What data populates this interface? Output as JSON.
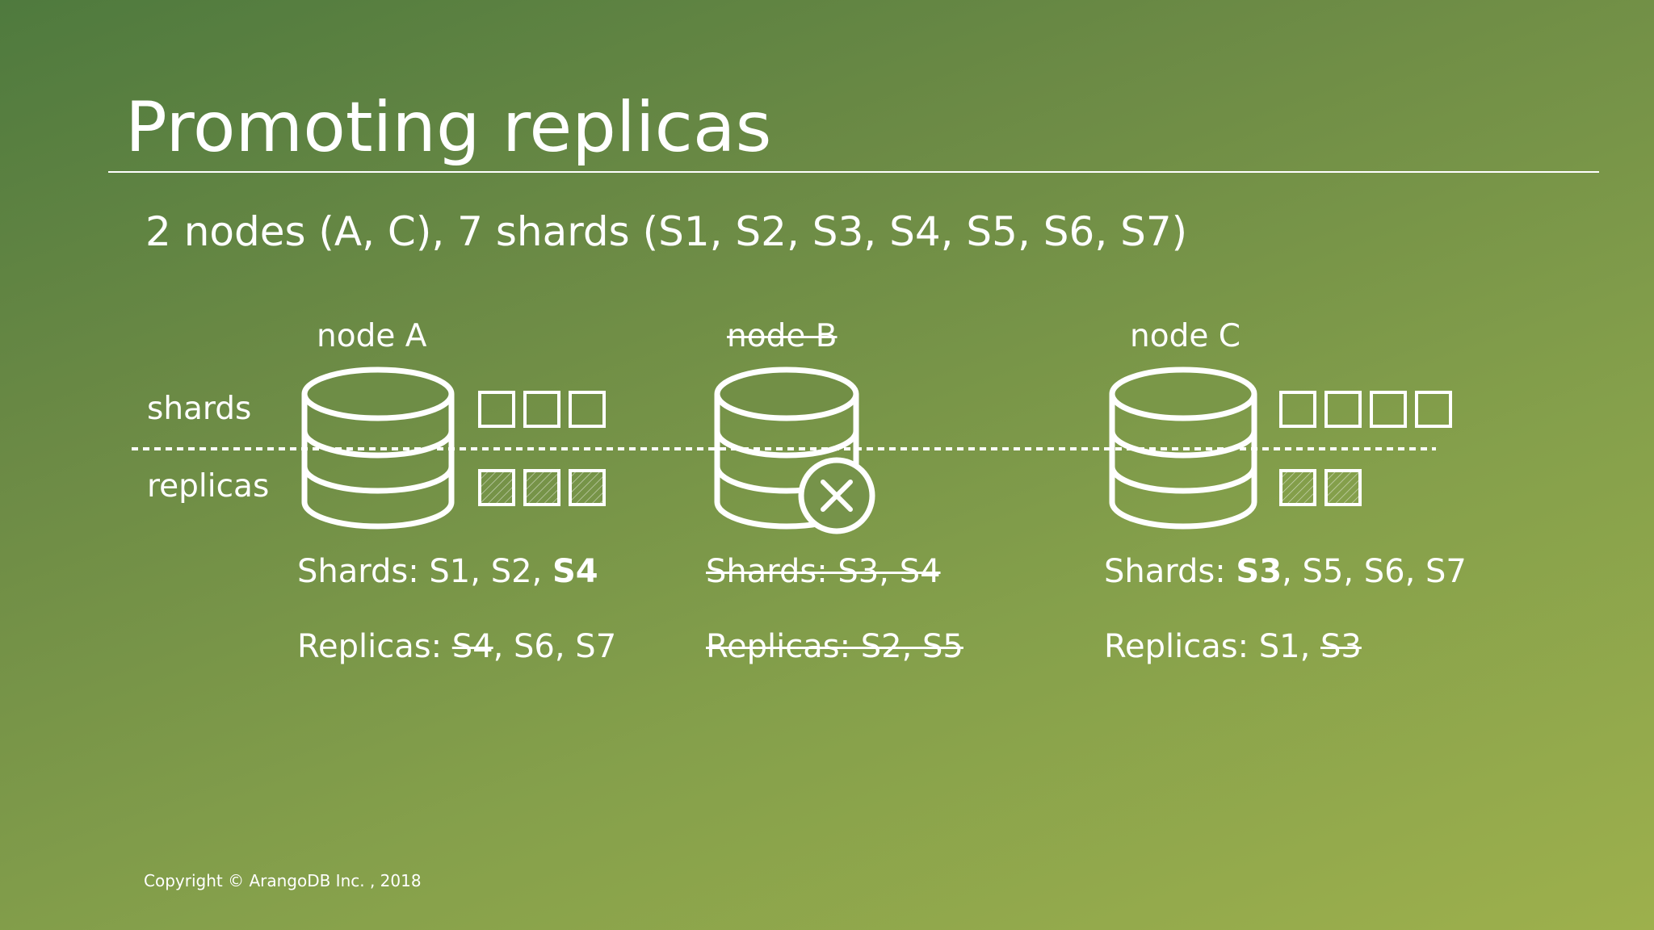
{
  "title": "Promoting replicas",
  "subtitle": "2 nodes (A, C), 7 shards (S1, S2, S3, S4, S5, S6, S7)",
  "row_labels": {
    "shards": "shards",
    "replicas": "replicas"
  },
  "nodes": {
    "a": {
      "label": "node A",
      "shards_prefix": "Shards: S1, S2, ",
      "shards_bold": "S4",
      "replicas_prefix": "Replicas: ",
      "replicas_struck": "S4",
      "replicas_rest": ", S6, S7",
      "shard_count": 3,
      "replica_count": 3
    },
    "b": {
      "label": "node B",
      "shards_text": "Shards: S3, S4",
      "replicas_text": "Replicas: S2, S5",
      "failed_icon": "x-circle-icon"
    },
    "c": {
      "label": "node C",
      "shards_prefix": "Shards: ",
      "shards_bold": "S3",
      "shards_rest": ", S5, S6, S7",
      "replicas_prefix": "Replicas: S1, ",
      "replicas_struck": "S3",
      "shard_count": 4,
      "replica_count": 2
    }
  },
  "copyright": "Copyright © ArangoDB Inc. , 2018",
  "colors": {
    "foreground": "#ffffff",
    "background_start": "#4f7a3e",
    "background_end": "#9db04c"
  },
  "icons": [
    "database-icon",
    "x-circle-icon",
    "shard-square-icon",
    "replica-hatched-square-icon"
  ]
}
